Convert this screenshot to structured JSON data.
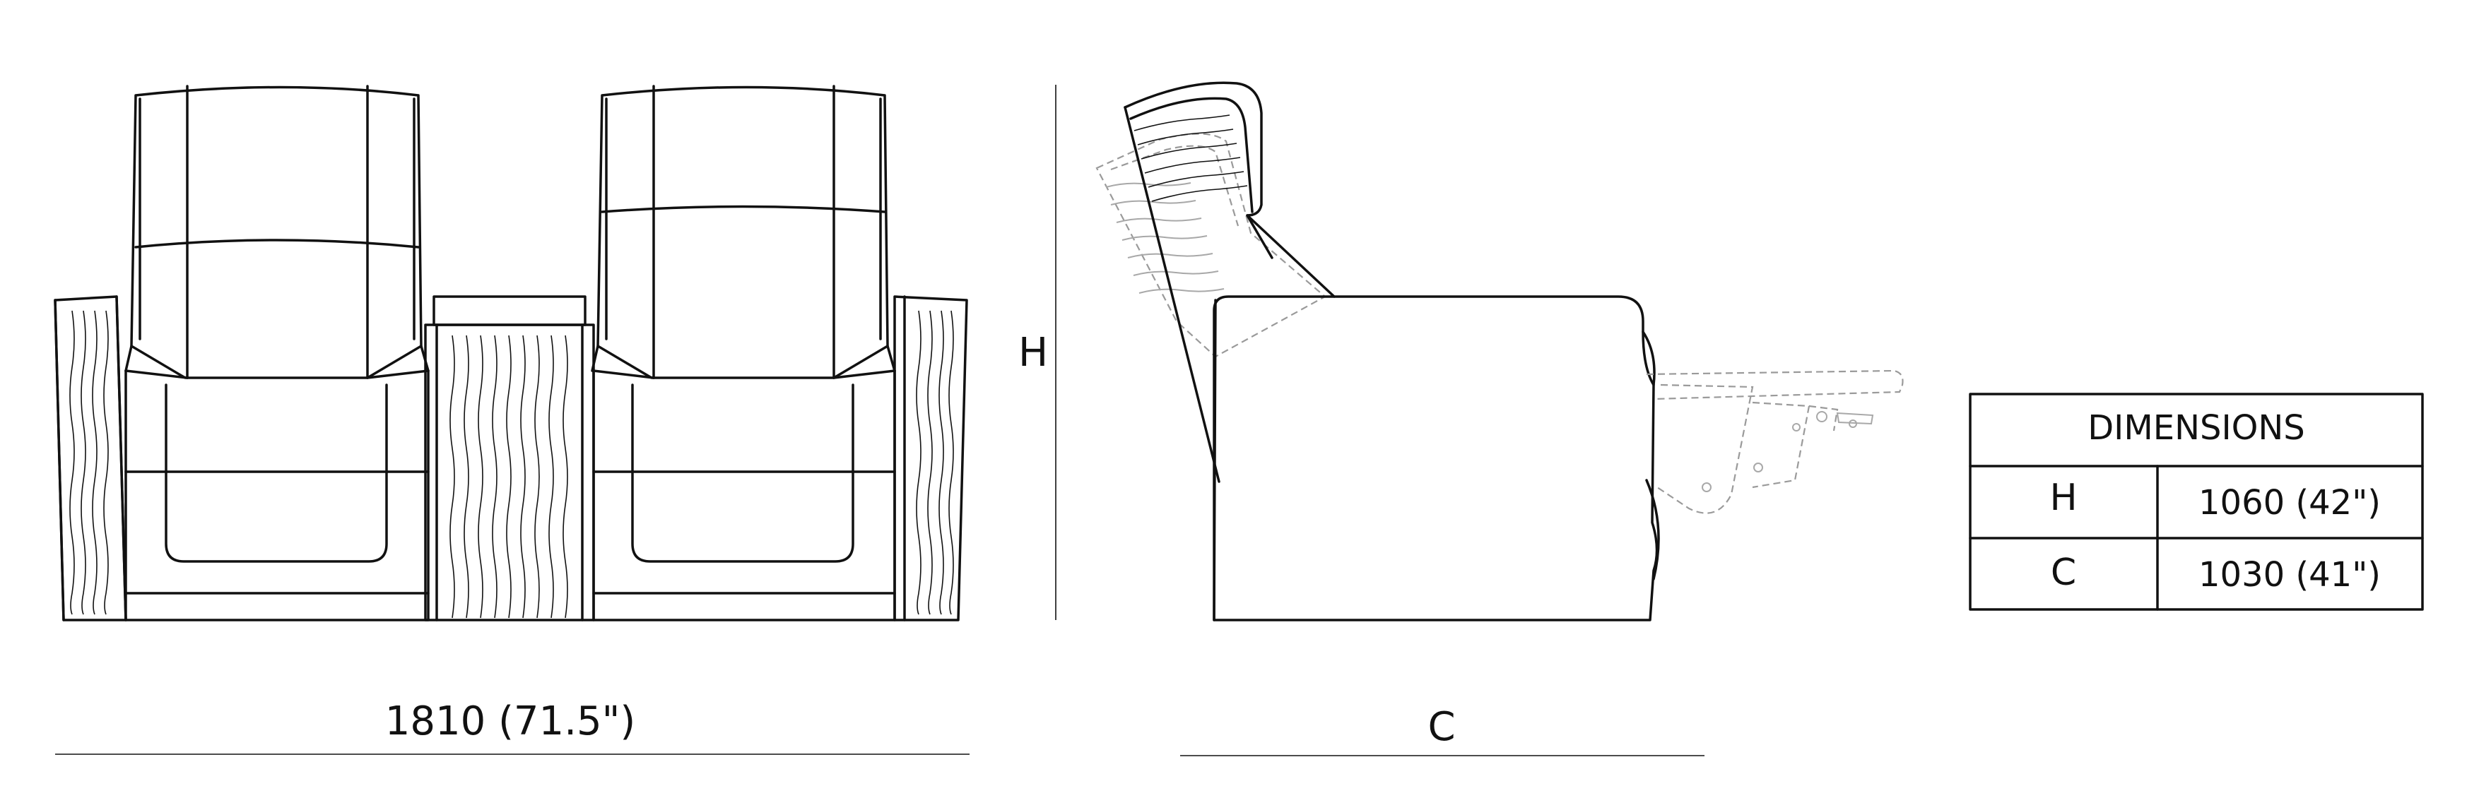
{
  "front_view": {
    "width_label": "1810 (71.5\")"
  },
  "side_view": {
    "height_marker": "H",
    "depth_marker": "C"
  },
  "dimensions_table": {
    "title": "DIMENSIONS",
    "rows": [
      {
        "key": "H",
        "value": "1060 (42\")"
      },
      {
        "key": "C",
        "value": "1030 (41\")"
      }
    ]
  },
  "colors": {
    "line": "#111111",
    "ghost_line": "#9a9a9a",
    "background": "#ffffff"
  }
}
